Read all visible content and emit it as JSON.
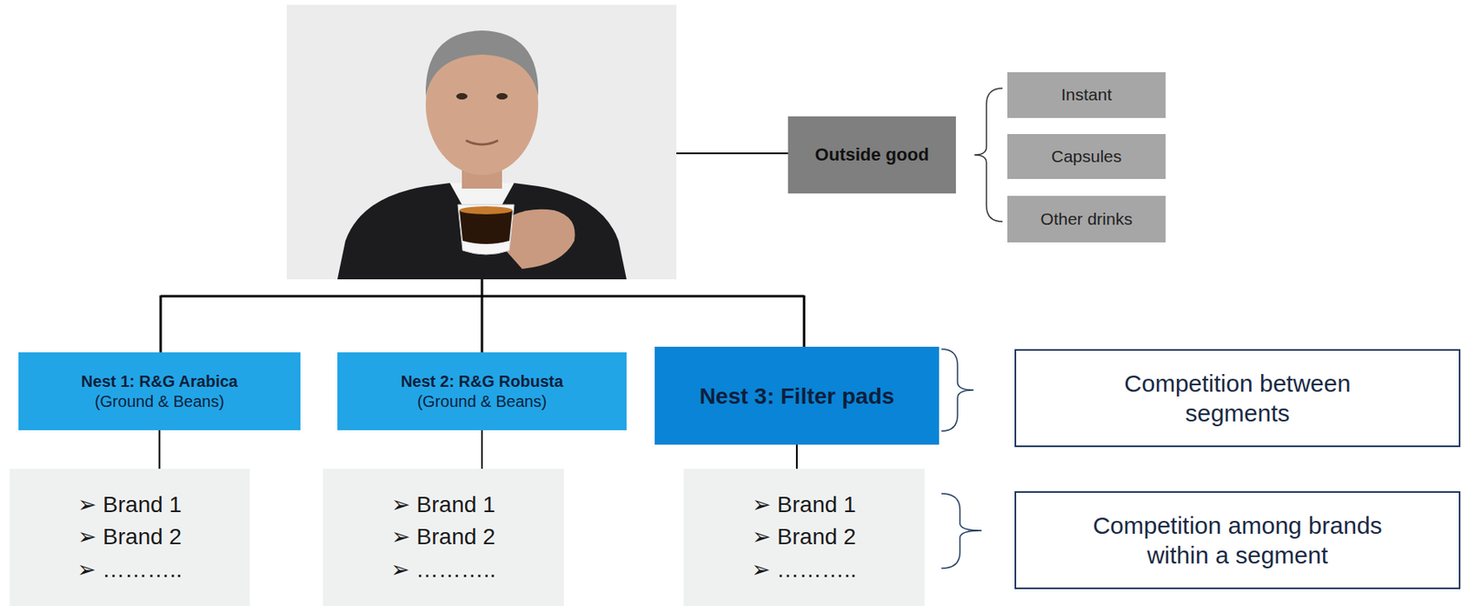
{
  "diagram": {
    "nodes": [
      {
        "text": [
          "Outside good"
        ]
      },
      {
        "text": [
          "Instant"
        ]
      },
      {
        "text": [
          "Capsules"
        ]
      },
      {
        "text": [
          "Other drinks"
        ]
      },
      {
        "text": [
          "Nest 1: R&G Arabica",
          "(Ground & Beans)"
        ]
      },
      {
        "text": [
          "Nest 2: R&G Robusta",
          "(Ground & Beans)"
        ]
      },
      {
        "text": [
          "Nest 3: Filter pads"
        ]
      },
      {
        "text": [
          "Competition between segments"
        ]
      },
      {
        "text": [
          "➢ Brand 1",
          "➢ Brand 2",
          "➢ ……….."
        ]
      },
      {
        "text": [
          "➢ Brand 1",
          "➢ Brand 2",
          "➢ ……….."
        ]
      },
      {
        "text": [
          "➢ Brand 1",
          "➢ Brand 2",
          "➢ ……….."
        ]
      },
      {
        "text": [
          "Competition among brands within a segment"
        ]
      }
    ],
    "edges": [
      {
        "from": 4,
        "to": 8,
        "arrow": "none"
      },
      {
        "from": 5,
        "to": 9,
        "arrow": "none"
      },
      {
        "from": 6,
        "to": 10,
        "arrow": "none"
      }
    ]
  }
}
